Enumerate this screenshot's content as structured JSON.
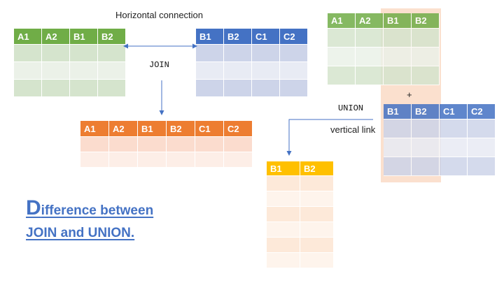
{
  "labels": {
    "horizontal": "Horizontal connection",
    "join": "JOIN",
    "union": "UNION",
    "vertical": "vertical link",
    "plus": "+"
  },
  "heading": {
    "first_letter": "D",
    "line1_rest": "ifference between",
    "line2": "JOIN and UNION."
  },
  "colors": {
    "green_header": "#70ad47",
    "blue_header": "#4472c4",
    "orange_header": "#ed7d31",
    "gold_header": "#ffc000",
    "highlight": "#f8cbad",
    "title": "#4472c4"
  },
  "tables": {
    "a_table": {
      "headers": [
        "A1",
        "A2",
        "B1",
        "B2"
      ],
      "rows": 3
    },
    "b_table": {
      "headers": [
        "B1",
        "B2",
        "C1",
        "C2"
      ],
      "rows": 3
    },
    "join_result": {
      "headers": [
        "A1",
        "A2",
        "B1",
        "B2",
        "C1",
        "C2"
      ],
      "rows": 2
    },
    "union_a": {
      "headers": [
        "A1",
        "A2",
        "B1",
        "B2"
      ],
      "rows": 3
    },
    "union_b": {
      "headers": [
        "B1",
        "B2",
        "C1",
        "C2"
      ],
      "rows": 3
    },
    "union_result": {
      "headers": [
        "B1",
        "B2"
      ],
      "rows": 6
    }
  }
}
